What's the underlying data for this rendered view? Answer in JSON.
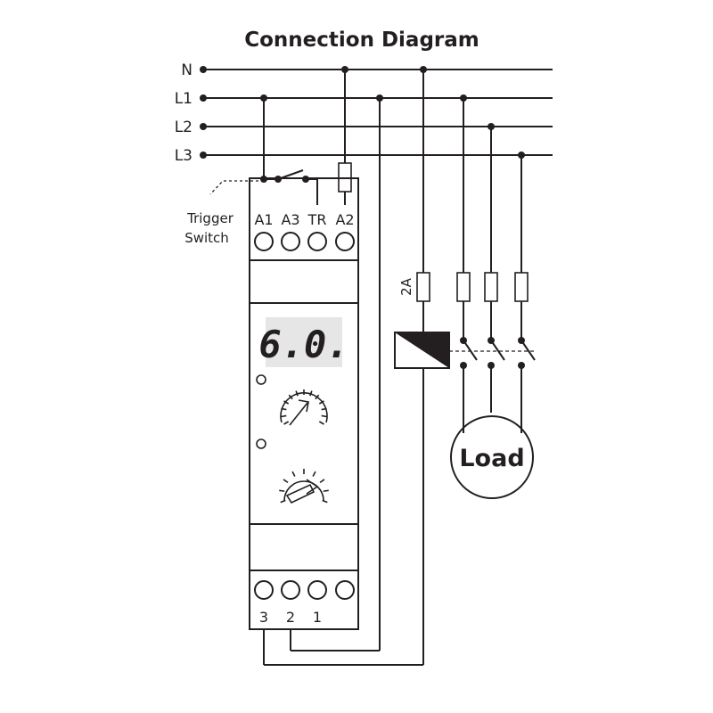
{
  "title": "Connection Diagram",
  "lines": [
    "N",
    "L1",
    "L2",
    "L3"
  ],
  "trigger_label": [
    "Trigger",
    "Switch"
  ],
  "top_terminals": [
    "A1",
    "A3",
    "TR",
    "A2"
  ],
  "bottom_terminals": [
    "3",
    "2",
    "1"
  ],
  "display_value": "6.0.",
  "fuse_rating": "2A",
  "load_label": "Load"
}
